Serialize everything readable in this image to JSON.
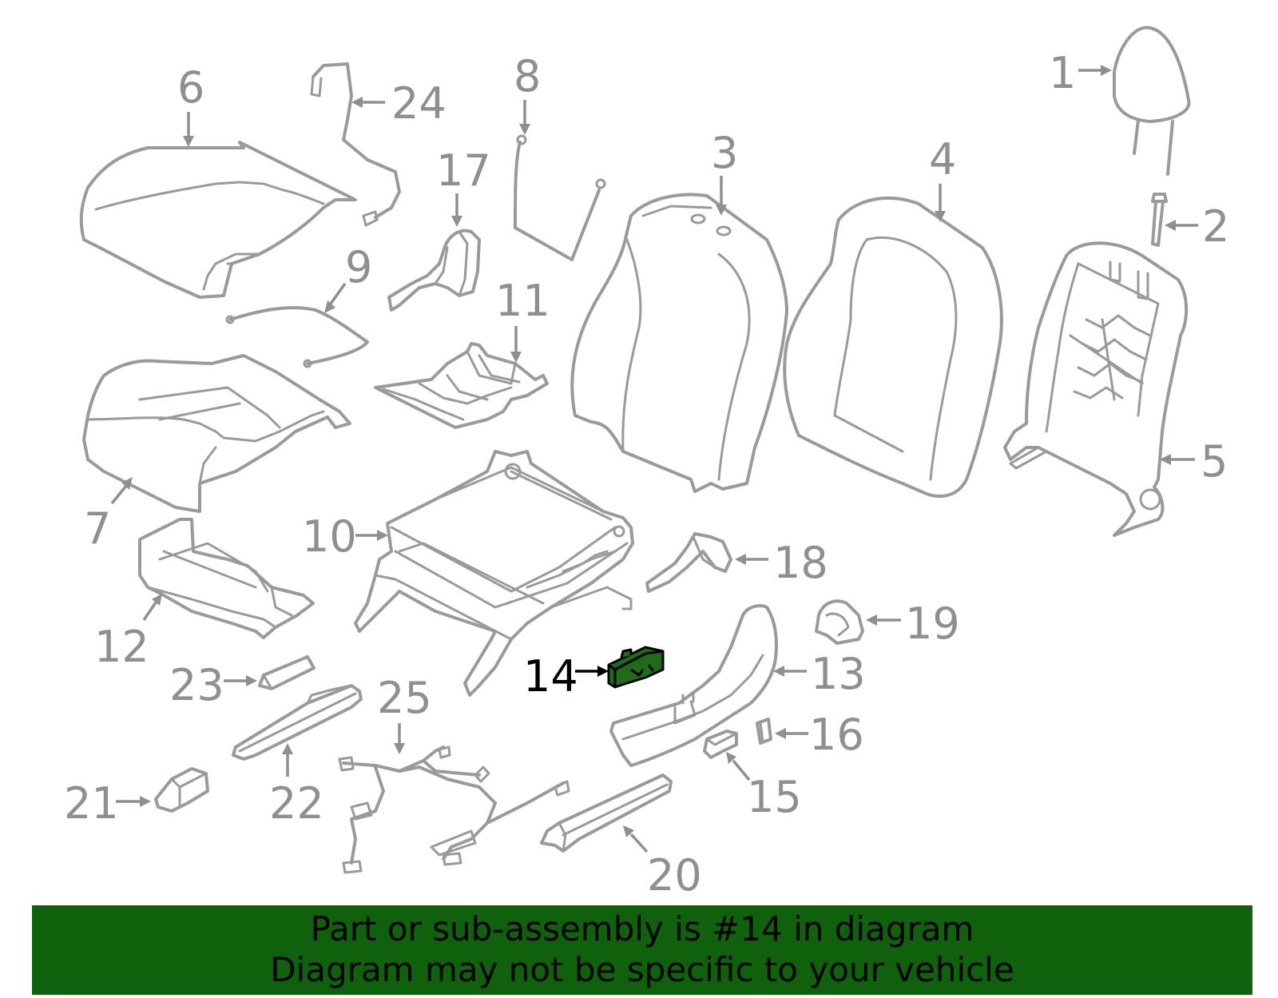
{
  "highlight_color": "#1f6b1a",
  "banner_color": "#0f610b",
  "callouts": {
    "c1": "1",
    "c2": "2",
    "c3": "3",
    "c4": "4",
    "c5": "5",
    "c6": "6",
    "c7": "7",
    "c8": "8",
    "c9": "9",
    "c10": "10",
    "c11": "11",
    "c12": "12",
    "c13": "13",
    "c14": "14",
    "c15": "15",
    "c16": "16",
    "c17": "17",
    "c18": "18",
    "c19": "19",
    "c20": "20",
    "c21": "21",
    "c22": "22",
    "c23": "23",
    "c24": "24",
    "c25": "25"
  },
  "banner": {
    "line1": "Part or sub-assembly is #14 in diagram",
    "line2": "Diagram may not be specific to your vehicle"
  }
}
